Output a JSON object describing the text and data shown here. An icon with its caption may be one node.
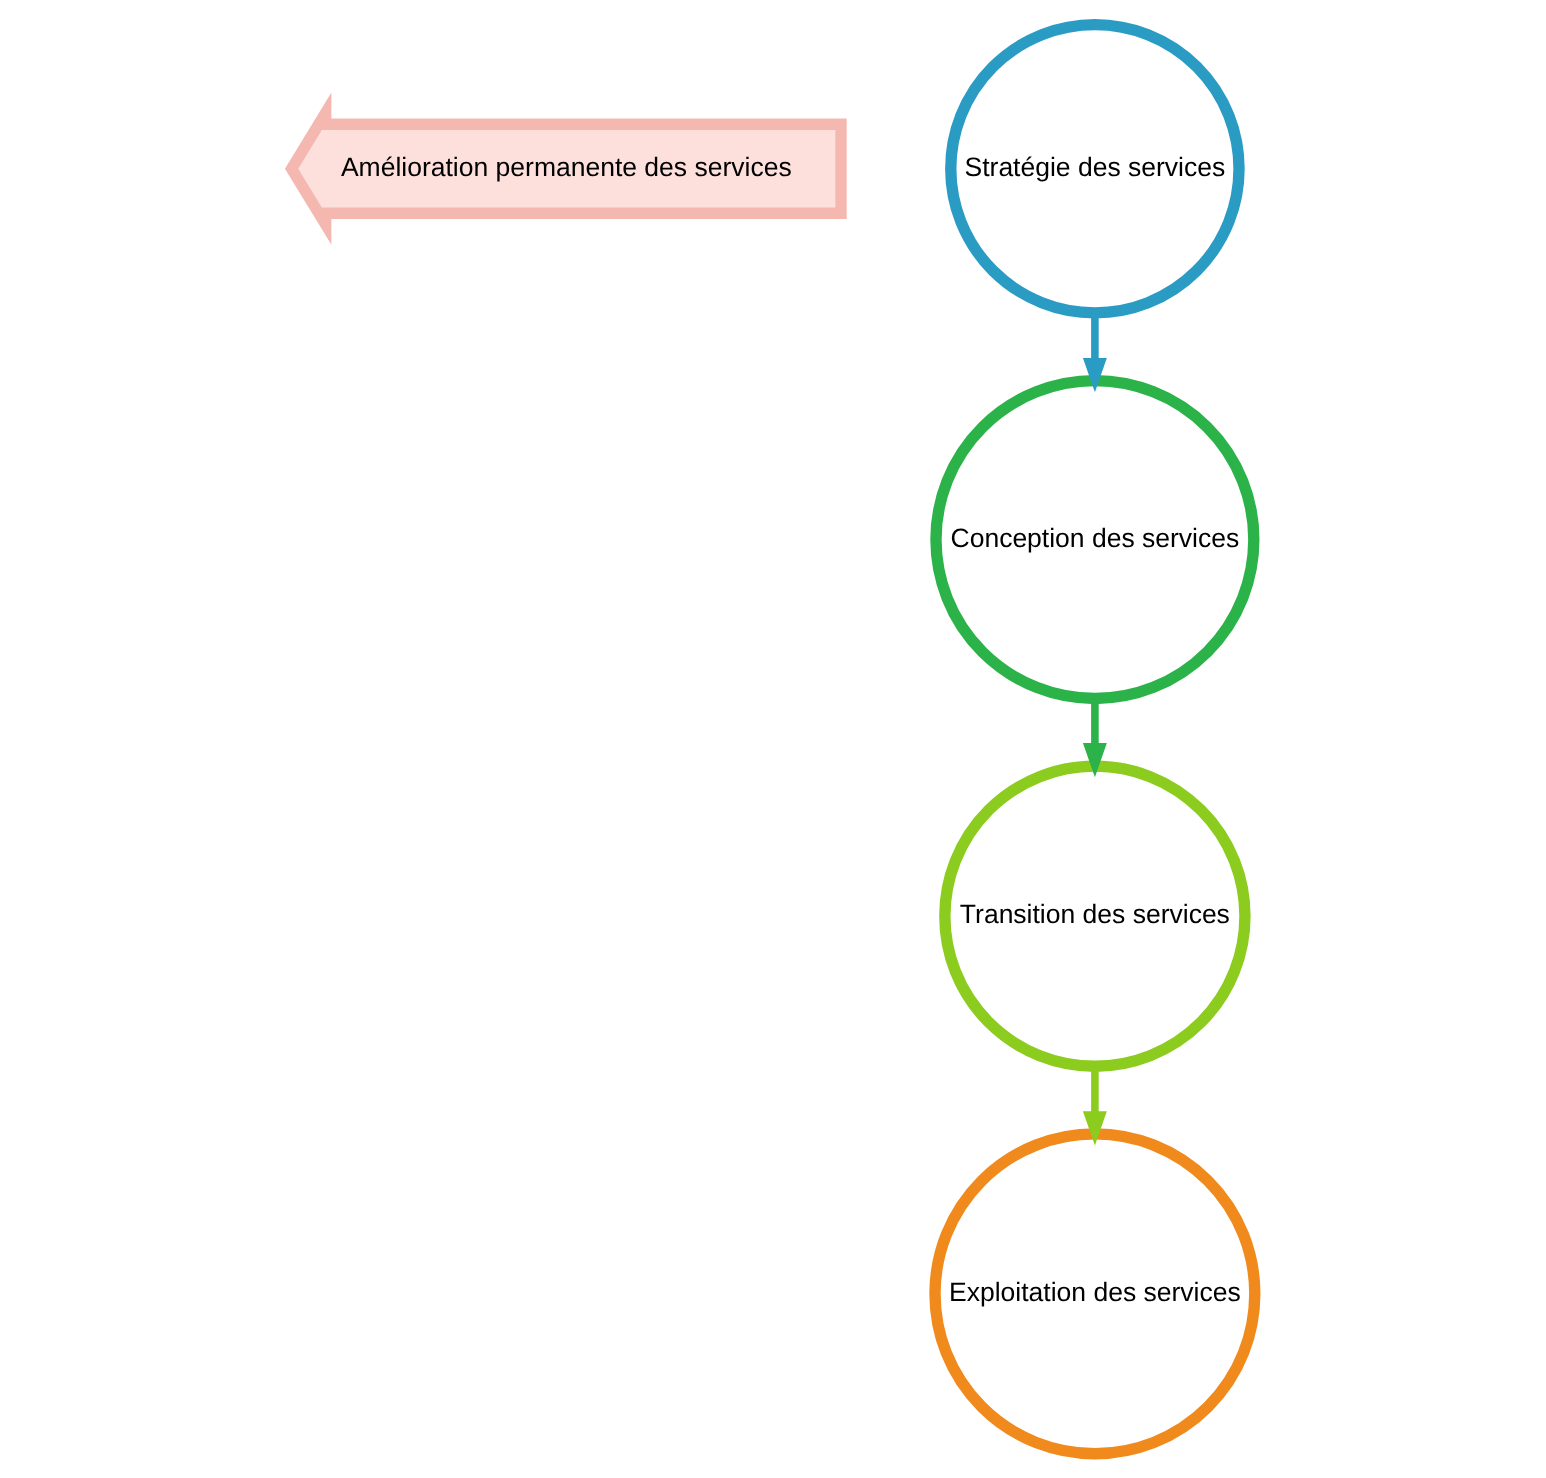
{
  "diagram": {
    "nodes": [
      {
        "text": [
          "Amélioration permanente des services"
        ]
      },
      {
        "text": [
          "Stratégie des services"
        ]
      },
      {
        "text": [
          "Conception des services"
        ]
      },
      {
        "text": [
          "Transition des services"
        ]
      },
      {
        "text": [
          "Exploitation des services"
        ]
      }
    ],
    "edges": [
      {
        "from": 1,
        "to": 2,
        "arrow": "to",
        "color": "#2a9cc4"
      },
      {
        "from": 2,
        "to": 3,
        "arrow": "to",
        "color": "#2bb34a"
      },
      {
        "from": 3,
        "to": 4,
        "arrow": "to",
        "color": "#8ccc1e"
      }
    ]
  }
}
